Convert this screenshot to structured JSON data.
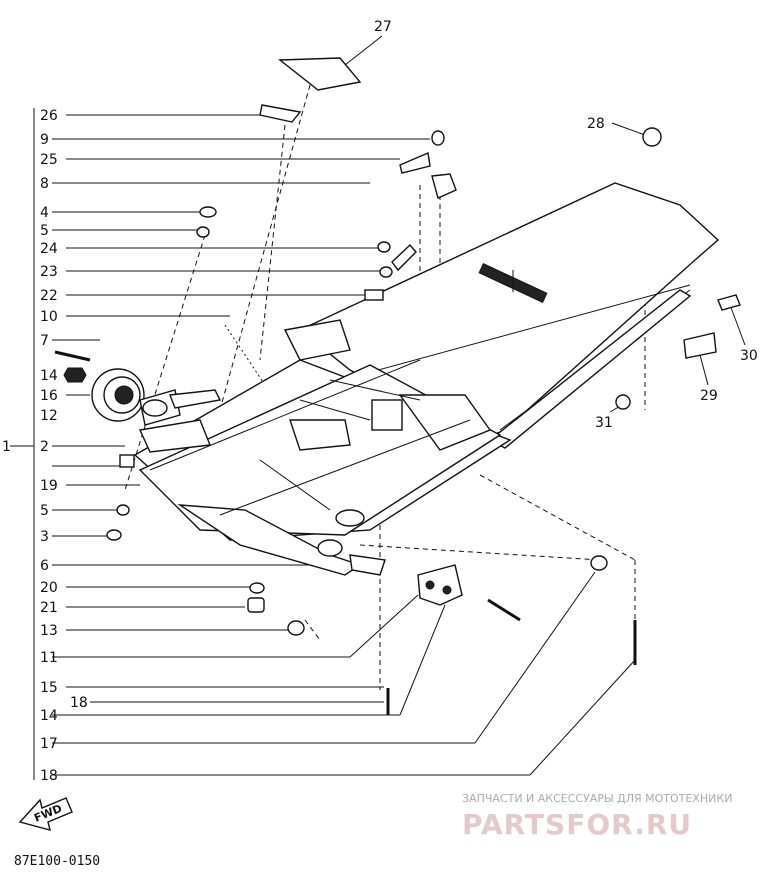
{
  "diagram": {
    "drawing_code": "87E100-0150",
    "fwd_label": "FWD",
    "watermark": {
      "tagline": "ЗАПЧАСТИ И АКСЕССУАРЫ ДЛЯ МОТОТЕХНИКИ",
      "brand": "PARTSFOR.RU"
    },
    "callouts_left": [
      "26",
      "9",
      "25",
      "8",
      "4",
      "5",
      "24",
      "23",
      "22",
      "10",
      "7",
      "14",
      "16",
      "2",
      "12",
      "19",
      "5",
      "3",
      "6",
      "20",
      "21",
      "13",
      "11",
      "15",
      "18",
      "14",
      "17",
      "18"
    ],
    "group_label": "1",
    "callouts_right": [
      "27",
      "28",
      "30",
      "29",
      "31"
    ]
  }
}
